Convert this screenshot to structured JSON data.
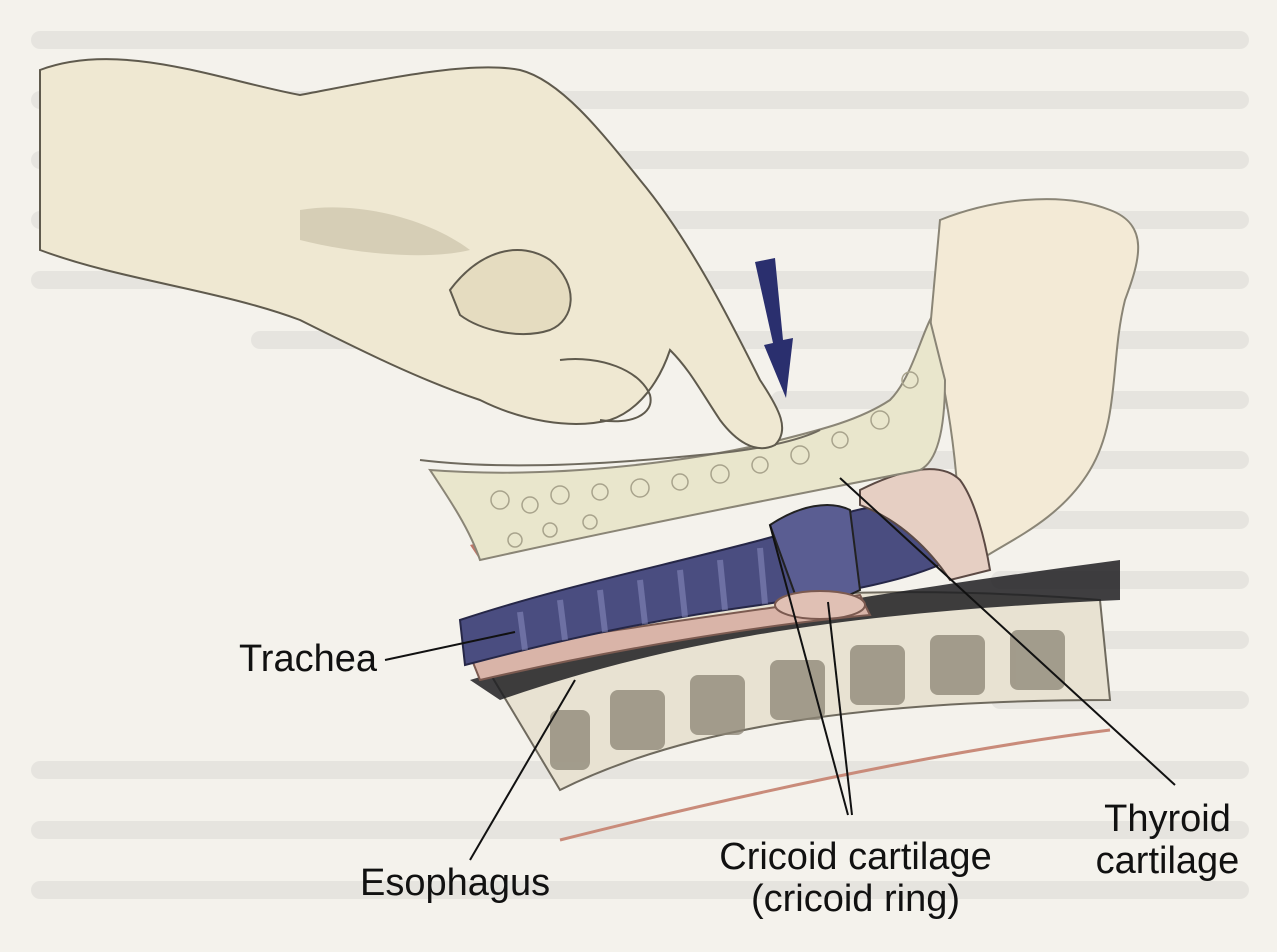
{
  "labels": {
    "trachea": "Trachea",
    "esophagus": "Esophagus",
    "cricoid": "Cricoid cartilage\n(cricoid ring)",
    "thyroid": "Thyroid\ncartilage"
  },
  "colors": {
    "background": "#f4f2ec",
    "arrow": "#2a2f6e",
    "trachea": "#4a4d80",
    "muscle": "#b86a5c",
    "skin": "#efe8d2",
    "leader": "#111111"
  }
}
